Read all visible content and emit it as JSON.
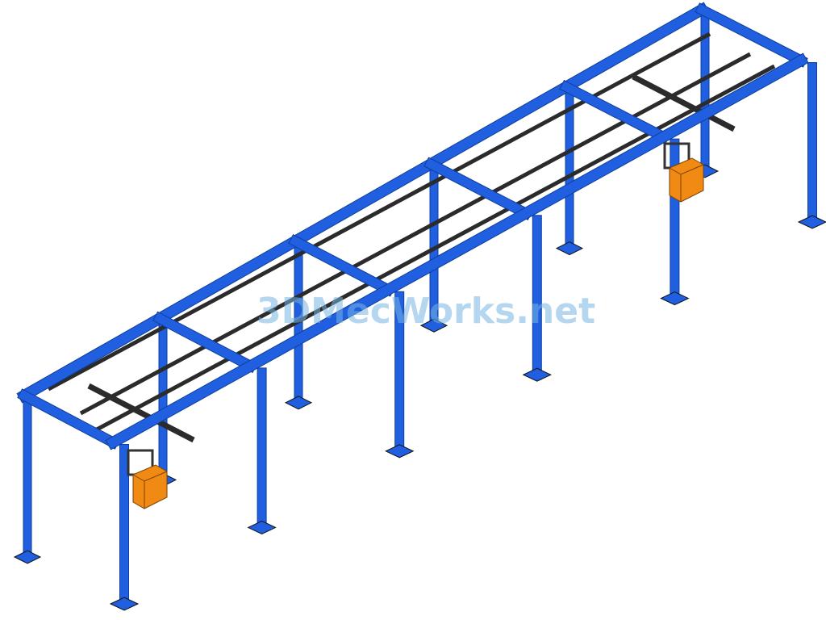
{
  "watermark": "3DMecWorks.net",
  "colors": {
    "frame": "#1f5fe0",
    "frame_dark": "#123f9c",
    "rail": "#2b2b2b",
    "hoist": "#f08a12",
    "background": "#ffffff"
  },
  "model": {
    "bays": 5,
    "hoists": 2
  }
}
